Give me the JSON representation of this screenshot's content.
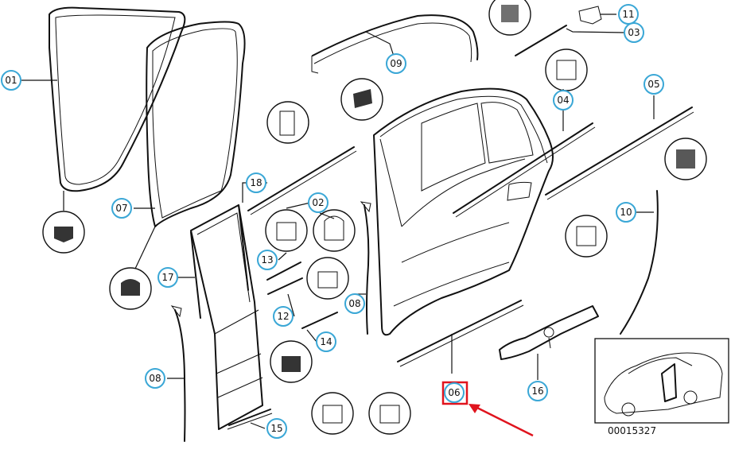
{
  "callouts": [
    {
      "label": "01"
    },
    {
      "label": "02"
    },
    {
      "label": "03"
    },
    {
      "label": "04"
    },
    {
      "label": "05"
    },
    {
      "label": "06"
    },
    {
      "label": "07"
    },
    {
      "label": "08"
    },
    {
      "label": "08"
    },
    {
      "label": "09"
    },
    {
      "label": "10"
    },
    {
      "label": "11"
    },
    {
      "label": "12"
    },
    {
      "label": "13"
    },
    {
      "label": "14"
    },
    {
      "label": "15"
    },
    {
      "label": "16"
    },
    {
      "label": "17"
    },
    {
      "label": "18"
    }
  ],
  "highlight": {
    "label": "06",
    "color": "#e0141e"
  },
  "inset": {
    "reference": "00015327"
  },
  "colors": {
    "callout_ring": "#3aa7d6",
    "line": "#111111",
    "arrow": "#e0141e"
  }
}
